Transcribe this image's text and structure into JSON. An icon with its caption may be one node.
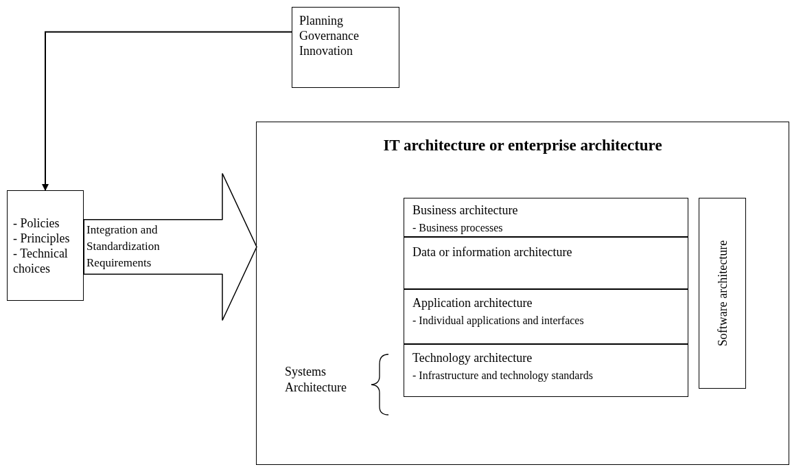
{
  "diagram": {
    "nodes": [
      {
        "text": [
          "Planning",
          "Governance",
          "Innovation"
        ]
      },
      {
        "text": [
          "- Policies",
          "- Principles",
          "- Technical choices"
        ]
      },
      {
        "text": [
          "IT architecture or enterprise architecture"
        ]
      },
      {
        "text": [
          "Business architecture",
          "- Business processes"
        ],
        "in": 2
      },
      {
        "text": [
          "Data or information architecture"
        ],
        "in": 2
      },
      {
        "text": [
          "Application architecture",
          "- Individual applications and interfaces"
        ],
        "in": 2
      },
      {
        "text": [
          "Technology architecture",
          "- Infrastructure and technology standards"
        ],
        "in": 2
      },
      {
        "text": [
          "Software architecture"
        ],
        "in": 2
      }
    ],
    "edges": [
      {
        "from": 0,
        "to": 1,
        "arrow": "to"
      },
      {
        "from": 1,
        "to": 2,
        "arrow": "to",
        "label": "Integration and Standardization Requirements",
        "style": "thick"
      }
    ],
    "labels": [
      "Systems Architecture"
    ]
  }
}
